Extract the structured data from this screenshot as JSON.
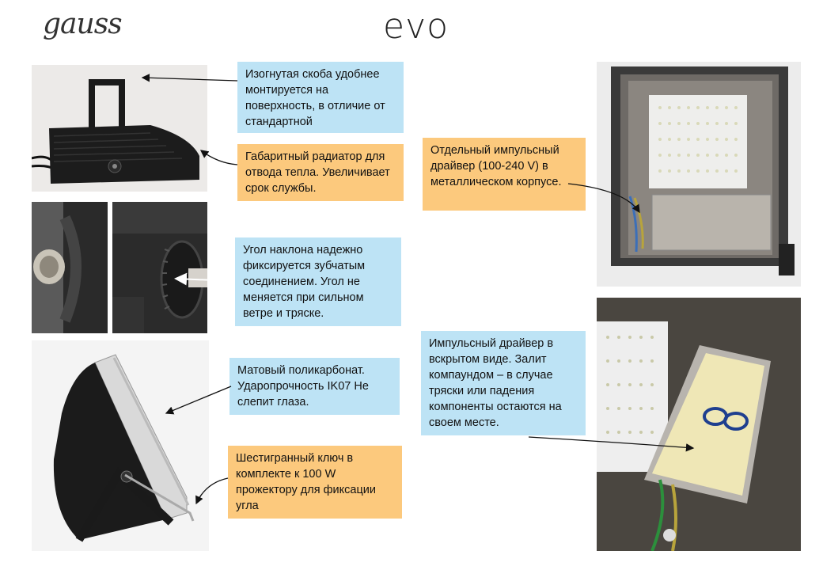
{
  "header": {
    "brand_logo": "gauss",
    "product_logo": "evo"
  },
  "callouts": {
    "bracket": "Изогнутая скоба удобнее монтируется на поверхность, в отличие от стандартной",
    "radiator": "Габаритный радиатор для отвода тепла. Увеличивает срок службы.",
    "tilt": "Угол наклона надежно фиксируется зубчатым соединением. Угол не меняется при сильном ветре и тряске.",
    "polycarbonate": "Матовый поликарбонат. Ударопрочность IK07 Не слепит глаза.",
    "hex_key": "Шестигранный ключ в комплекте к 100 W прожектору для фиксации угла",
    "driver_separate": "Отдельный импульсный драйвер (100-240 V) в металлическом корпусе.",
    "driver_open": "Импульсный драйвер в вскрытом виде. Залит компаундом – в случае тряски или падения компоненты остаются на своем месте."
  },
  "colors": {
    "callout_blue": "#bde3f5",
    "callout_orange": "#fcc97d"
  }
}
